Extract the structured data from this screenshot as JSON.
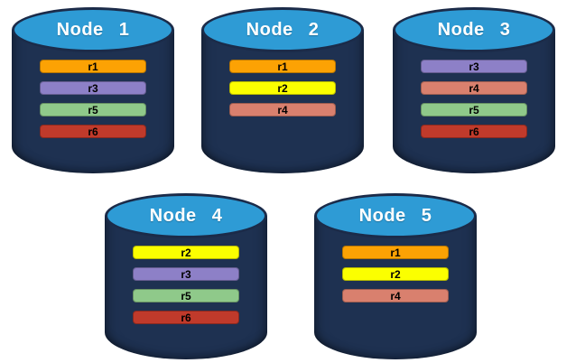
{
  "diagram": {
    "background_color": "#ffffff",
    "cylinder_style": {
      "body_color": "#1E3151",
      "outline_color": "#1B2B49",
      "top_color": "#2E9BD5",
      "title_color": "#ffffff"
    },
    "replica_colors": {
      "r1": "#FCA204",
      "r2": "#FBFF00",
      "r3": "#8D80C7",
      "r4": "#D9806E",
      "r5": "#8FC98A",
      "r6": "#C03A2B"
    },
    "nodes": [
      {
        "label": "Node 1",
        "replicas": [
          "r1",
          "r3",
          "r5",
          "r6"
        ]
      },
      {
        "label": "Node 2",
        "replicas": [
          "r1",
          "r2",
          "r4"
        ]
      },
      {
        "label": "Node 3",
        "replicas": [
          "r3",
          "r4",
          "r5",
          "r6"
        ]
      },
      {
        "label": "Node 4",
        "replicas": [
          "r2",
          "r3",
          "r5",
          "r6"
        ]
      },
      {
        "label": "Node 5",
        "replicas": [
          "r1",
          "r2",
          "r4"
        ]
      }
    ]
  }
}
